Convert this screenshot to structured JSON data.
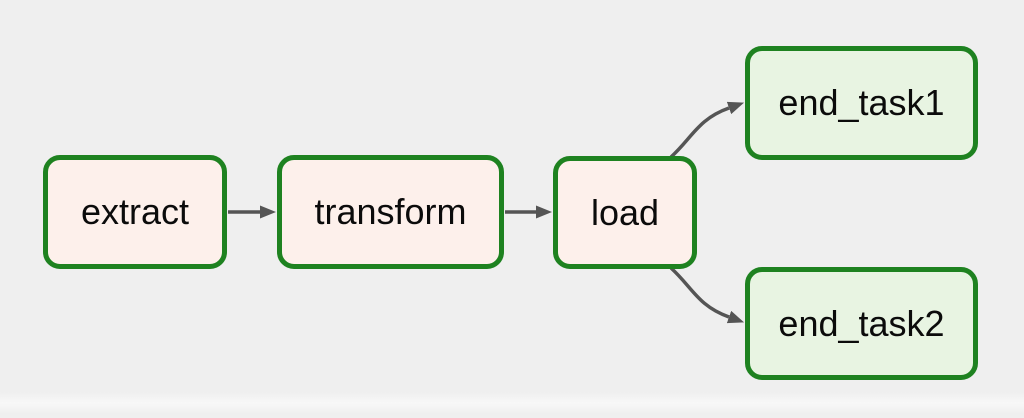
{
  "diagram": {
    "type": "flowchart-dag",
    "direction": "left-to-right",
    "nodes": [
      {
        "id": "extract",
        "label": "extract",
        "kind": "task",
        "fill": "#fdf0eb",
        "border": "#1e8220"
      },
      {
        "id": "transform",
        "label": "transform",
        "kind": "task",
        "fill": "#fdf0eb",
        "border": "#1e8220"
      },
      {
        "id": "load",
        "label": "load",
        "kind": "task",
        "fill": "#fdf0eb",
        "border": "#1e8220"
      },
      {
        "id": "end_task1",
        "label": "end_task1",
        "kind": "end-task",
        "fill": "#e8f4e2",
        "border": "#1e8220"
      },
      {
        "id": "end_task2",
        "label": "end_task2",
        "kind": "end-task",
        "fill": "#e8f4e2",
        "border": "#1e8220"
      }
    ],
    "edges": [
      {
        "from": "extract",
        "to": "transform"
      },
      {
        "from": "transform",
        "to": "load"
      },
      {
        "from": "load",
        "to": "end_task1"
      },
      {
        "from": "load",
        "to": "end_task2"
      }
    ],
    "colors": {
      "background": "#efefef",
      "edge": "#555555",
      "node_border": "#1e8220",
      "task_fill": "#fdf0eb",
      "end_task_fill": "#e8f4e2",
      "text": "#0b0b0b"
    }
  }
}
